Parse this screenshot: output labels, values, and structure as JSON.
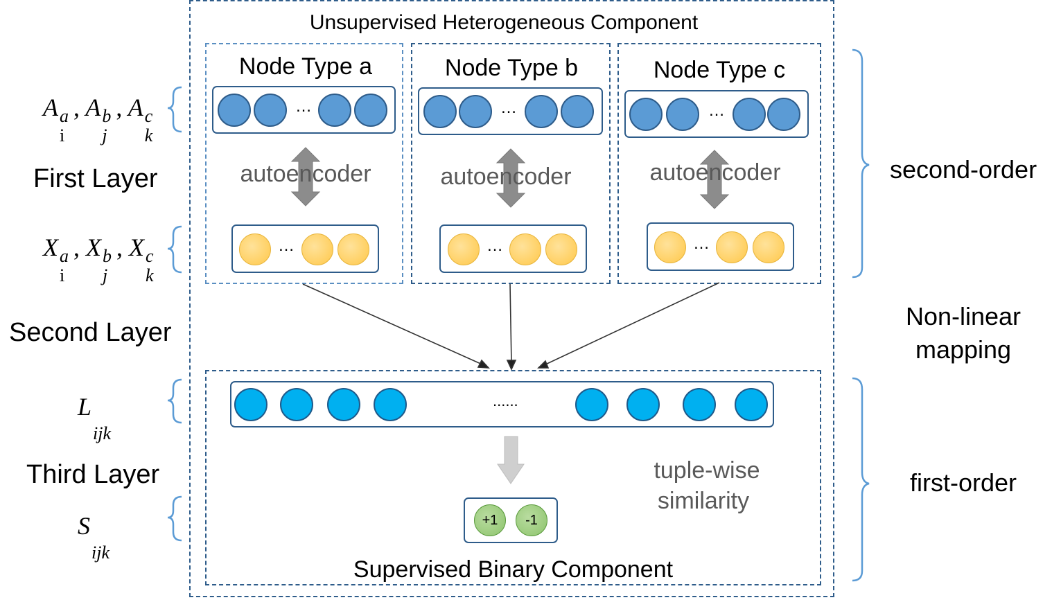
{
  "outer_title": "Unsupervised Heterogeneous Component",
  "bottom_title": "Supervised Binary Component",
  "node_types": [
    {
      "label": "Node Type a",
      "middle_label": "autoencoder"
    },
    {
      "label": "Node Type b",
      "middle_label": "autoencoder"
    },
    {
      "label": "Node Type c",
      "middle_label": "autoencoder"
    }
  ],
  "ellipsis": "…",
  "long_ellipsis": "......",
  "left_labels": {
    "first_layer": "First Layer",
    "second_layer": "Second Layer",
    "third_layer": "Third Layer"
  },
  "math_labels": {
    "A": "A",
    "X": "X",
    "L": "L",
    "S": "S",
    "sub_i": "i",
    "sub_j": "j",
    "sub_k": "k",
    "sub_ijk": "ijk",
    "sup_a": "a",
    "sup_b": "b",
    "sup_c": "c",
    "comma": ","
  },
  "right_labels": {
    "second_order": "second-order",
    "nonlinear_line1": "Non-linear",
    "nonlinear_line2": "mapping",
    "first_order": "first-order"
  },
  "similarity": {
    "line1": "tuple-wise",
    "line2": "similarity"
  },
  "binary_outputs": [
    "+1",
    "-1"
  ],
  "colors": {
    "border": "#2e5c8a",
    "brace": "#5b9bd5",
    "node_blue": "#5b9bd5",
    "node_yellow": "#ffc84a",
    "node_cyan": "#00b0f0",
    "node_green": "#8dc46c",
    "arrow_gray": "#8c8c8c"
  }
}
